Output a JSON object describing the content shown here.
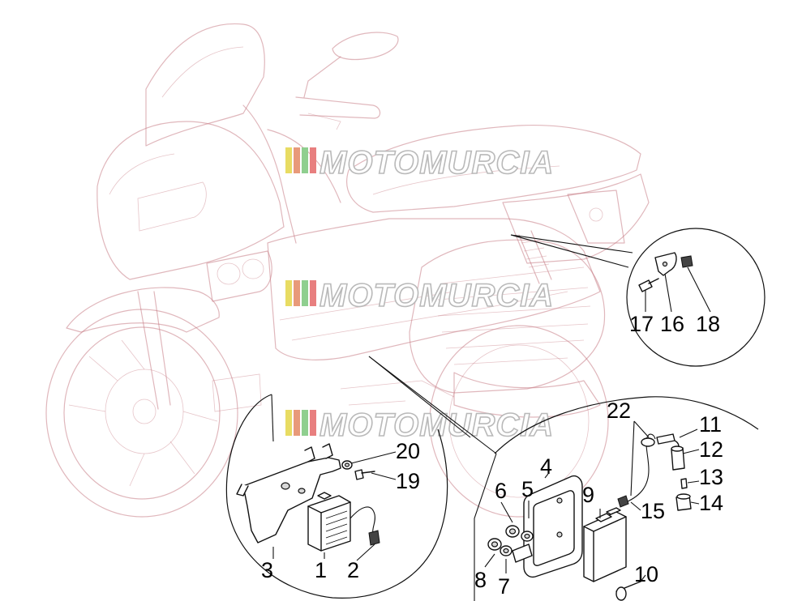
{
  "watermark": {
    "text": "MOTOMURCIA",
    "stripe_colors": [
      "#e8dc63",
      "#e89a7a",
      "#8fcf8f",
      "#e87f7f"
    ]
  },
  "callouts": {
    "left": [
      "3",
      "1",
      "2",
      "20",
      "19"
    ],
    "right": [
      "4",
      "5",
      "6",
      "7",
      "8",
      "9",
      "10",
      "22",
      "11",
      "12",
      "13",
      "14",
      "15"
    ],
    "top_right": [
      "17",
      "16",
      "18"
    ]
  },
  "colors": {
    "scooter_outline": "#c77c85",
    "part_outline": "#111111"
  }
}
